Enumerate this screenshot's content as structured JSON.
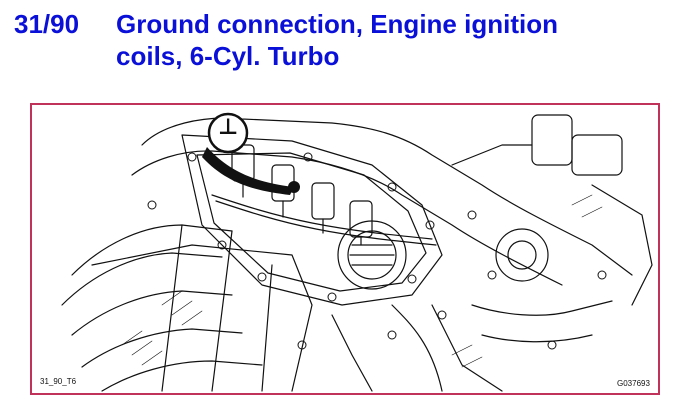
{
  "header": {
    "code": "31/90",
    "title_line1": "Ground connection, Engine ignition",
    "title_line2": "coils, 6-Cyl. Turbo"
  },
  "figure": {
    "ground_symbol": "⊥",
    "ref_left": "31_90_T6",
    "ref_right": "G037693",
    "frame_color": "#c0325a"
  },
  "colors": {
    "heading": "#0a10d8"
  }
}
